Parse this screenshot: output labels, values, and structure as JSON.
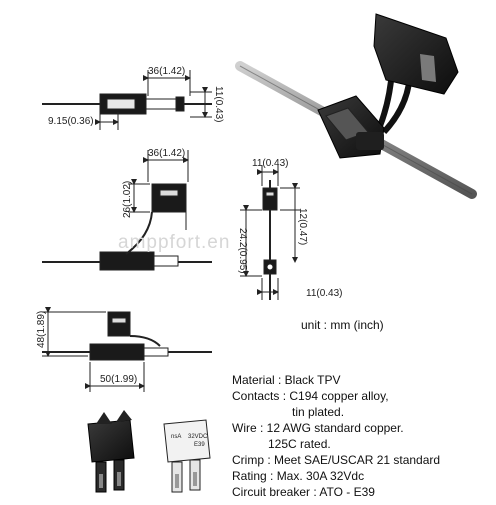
{
  "watermark": "amppfort.en",
  "dimensions": {
    "top_length": "36(1.42)",
    "top_height": "11(0.43)",
    "top_left": "9.15(0.36)",
    "mid_length": "36(1.42)",
    "mid_height": "26(1.02)",
    "side_width": "11(0.43)",
    "side_height_a": "12(0.47)",
    "side_height_b": "24.2(0.95)",
    "side_width_bottom": "11(0.43)",
    "bottom_height": "48(1.89)",
    "bottom_length": "50(1.99)"
  },
  "unit_note": "unit : mm (inch)",
  "specs": {
    "material": "Material : Black TPV",
    "contacts_1": "Contacts : C194 copper alloy,",
    "contacts_2": "tin plated.",
    "wire_1": "Wire : 12 AWG standard copper.",
    "wire_2": "125C rated.",
    "crimp": "Crimp : Meet SAE/USCAR 21 standard",
    "rating": "Rating : Max. 30A 32Vdc",
    "breaker": "Circuit breaker : ATO - E39"
  },
  "breaker_label": {
    "line1": "nsA",
    "line2": "32VDC",
    "line3": "E39"
  },
  "colors": {
    "line": "#222222",
    "body": "#1a1a1a",
    "wire": "#9a9a9a"
  }
}
